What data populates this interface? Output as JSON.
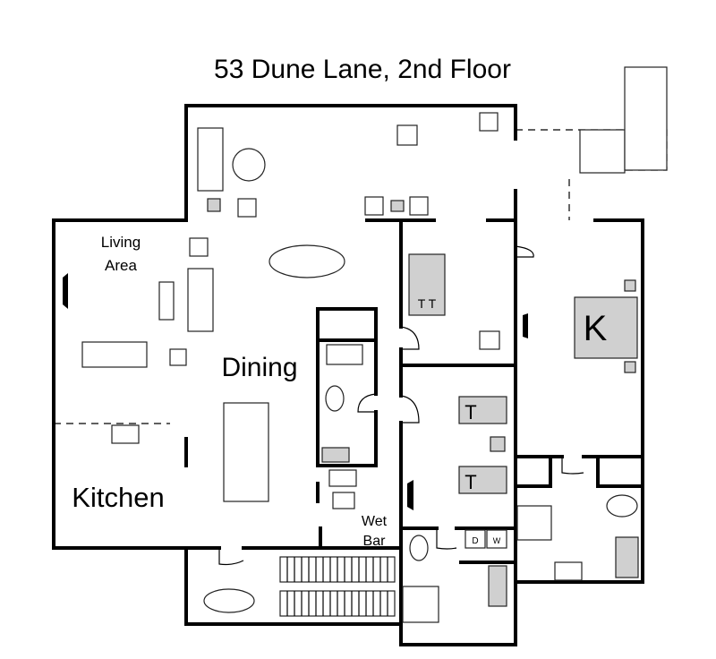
{
  "title": "53 Dune Lane, 2nd Floor",
  "rooms": {
    "living": "Living",
    "living2": "Area",
    "dining": "Dining",
    "kitchen": "Kitchen",
    "wetbar": "Wet",
    "wetbar2": "Bar"
  },
  "beds": {
    "king": "K",
    "twin_pair": "T T",
    "twin_a": "T",
    "twin_b": "T"
  },
  "appliances": {
    "dryer": "D",
    "washer": "W"
  },
  "colors": {
    "wall": "#000000",
    "furniture": "#d0d0d0"
  }
}
